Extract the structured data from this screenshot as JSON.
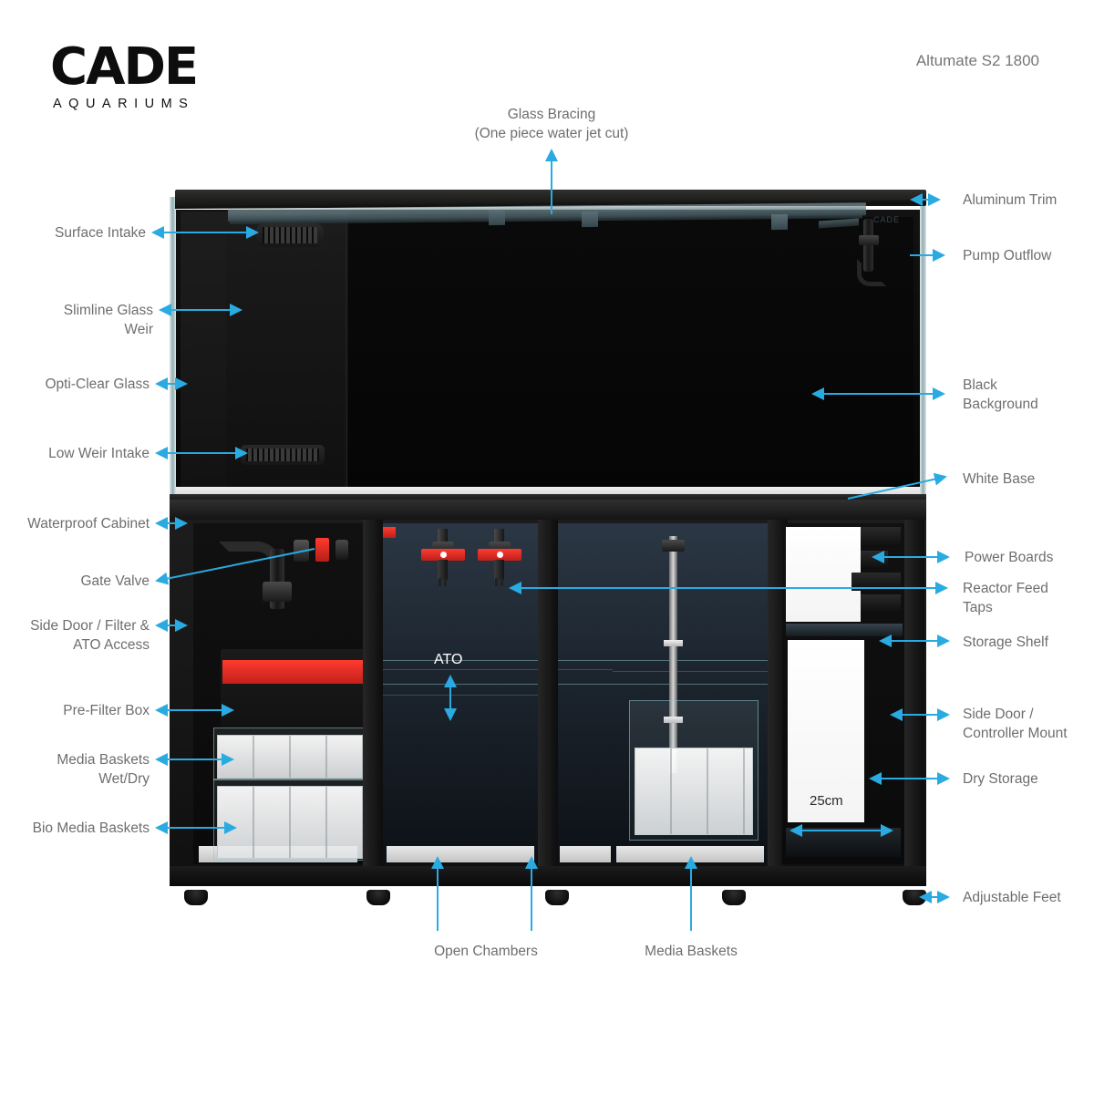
{
  "brand": {
    "wordmark": "CADE",
    "tagline": "AQUARIUMS"
  },
  "model_title": "Altumate S2 1800",
  "annotations": {
    "top": [
      {
        "id": "glass-bracing",
        "text": "Glass Bracing\n(One piece water jet cut)"
      }
    ],
    "left": [
      {
        "id": "surface-intake",
        "text": "Surface Intake"
      },
      {
        "id": "slimline-glass-weir",
        "text": "Slimline Glass\nWeir"
      },
      {
        "id": "opti-clear-glass",
        "text": "Opti-Clear Glass"
      },
      {
        "id": "low-weir-intake",
        "text": "Low Weir Intake"
      },
      {
        "id": "waterproof-cabinet",
        "text": "Waterproof Cabinet"
      },
      {
        "id": "gate-valve",
        "text": "Gate Valve"
      },
      {
        "id": "side-door-filter-ato-access",
        "text": "Side Door / Filter &\nATO Access"
      },
      {
        "id": "pre-filter-box",
        "text": "Pre-Filter Box"
      },
      {
        "id": "media-baskets-wet-dry",
        "text": "Media Baskets\nWet/Dry"
      },
      {
        "id": "bio-media-baskets",
        "text": "Bio Media Baskets"
      }
    ],
    "right": [
      {
        "id": "aluminum-trim",
        "text": "Aluminum Trim"
      },
      {
        "id": "pump-outflow",
        "text": "Pump Outflow"
      },
      {
        "id": "black-background",
        "text": "Black\nBackground"
      },
      {
        "id": "white-base",
        "text": "White Base"
      },
      {
        "id": "power-boards",
        "text": "Power Boards"
      },
      {
        "id": "reactor-feed-taps",
        "text": "Reactor Feed\nTaps"
      },
      {
        "id": "storage-shelf",
        "text": "Storage Shelf"
      },
      {
        "id": "side-door-controller-mount",
        "text": "Side Door /\nController Mount"
      },
      {
        "id": "dry-storage",
        "text": "Dry Storage"
      },
      {
        "id": "adjustable-feet",
        "text": "Adjustable Feet"
      }
    ],
    "bottom": [
      {
        "id": "open-chambers",
        "text": "Open Chambers"
      },
      {
        "id": "media-baskets",
        "text": "Media Baskets"
      }
    ],
    "inline": [
      {
        "id": "ato-level",
        "text": "ATO"
      },
      {
        "id": "dry-storage-width",
        "text": "25cm"
      }
    ]
  },
  "colors": {
    "arrow": "#29abe2",
    "label_text": "#6e6e6e",
    "accent_red": "#ff3b30",
    "trim_black": "#1a1a1a",
    "base_white": "#f2f2f2",
    "glass_tint": "#7da0a5",
    "sump_blue": "#2b3744"
  }
}
